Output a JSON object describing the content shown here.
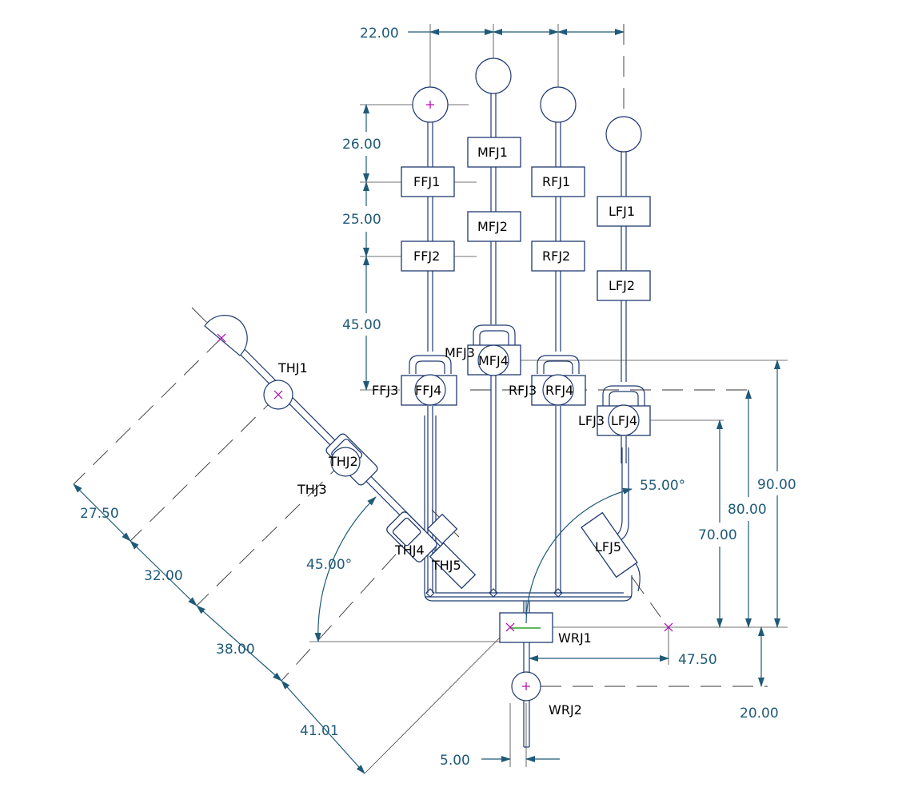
{
  "dimensions": {
    "top_spacing": "22.00",
    "ff_tip_to_j1": "26.00",
    "ff_j1_to_j2": "25.00",
    "ff_j2_to_j3": "45.00",
    "wrist_to_lf": "70.00",
    "wrist_to_rf": "80.00",
    "wrist_to_mf": "90.00",
    "wrist_gap": "20.00",
    "wrist_offset": "5.00",
    "lf_offset": "47.50",
    "th_27": "27.50",
    "th_32": "32.00",
    "th_38": "38.00",
    "th_41": "41.01",
    "angle_thumb": "45.00°",
    "angle_lf": "55.00°"
  },
  "joints": {
    "ffj1": "FFJ1",
    "ffj2": "FFJ2",
    "ffj3": "FFJ3",
    "ffj4": "FFJ4",
    "mfj1": "MFJ1",
    "mfj2": "MFJ2",
    "mfj3": "MFJ3",
    "mfj4": "MFJ4",
    "rfj1": "RFJ1",
    "rfj2": "RFJ2",
    "rfj3": "RFJ3",
    "rfj4": "RFJ4",
    "lfj1": "LFJ1",
    "lfj2": "LFJ2",
    "lfj3": "LFJ3",
    "lfj4": "LFJ4",
    "lfj5": "LFJ5",
    "thj1": "THJ1",
    "thj2": "THJ2",
    "thj3": "THJ3",
    "thj4": "THJ4",
    "thj5": "THJ5",
    "wrj1": "WRJ1",
    "wrj2": "WRJ2"
  },
  "colors": {
    "dimension": "#1f5a78",
    "outline": "#1f3a70",
    "marker": "#b000b0"
  }
}
